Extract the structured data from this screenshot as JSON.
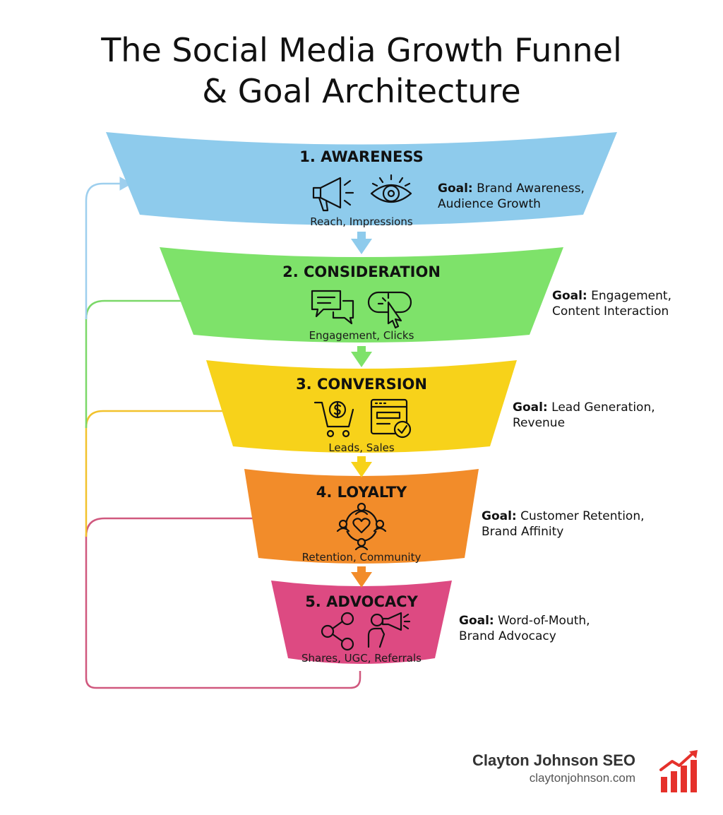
{
  "title_line1": "The Social Media Growth Funnel",
  "title_line2": "& Goal Architecture",
  "stages": [
    {
      "title": "1. AWARENESS",
      "metrics": "Reach, Impressions",
      "goal_label": "Goal:",
      "goal_line1": "Brand Awareness,",
      "goal_line2": "Audience Growth",
      "color": "#8ecbec",
      "icons": [
        "megaphone-icon",
        "eye-icon"
      ]
    },
    {
      "title": "2. CONSIDERATION",
      "metrics": "Engagement, Clicks",
      "goal_label": "Goal:",
      "goal_line1": "Engagement,",
      "goal_line2": "Content Interaction",
      "color": "#7ee26a",
      "icons": [
        "chat-bubbles-icon",
        "cursor-click-icon"
      ]
    },
    {
      "title": "3. CONVERSION",
      "metrics": "Leads, Sales",
      "goal_label": "Goal:",
      "goal_line1": "Lead Generation,",
      "goal_line2": "Revenue",
      "color": "#f7d21a",
      "icons": [
        "shopping-cart-dollar-icon",
        "form-check-icon"
      ]
    },
    {
      "title": "4. LOYALTY",
      "metrics": "Retention, Community",
      "goal_label": "Goal:",
      "goal_line1": "Customer Retention,",
      "goal_line2": "Brand Affinity",
      "color": "#f28c2a",
      "icons": [
        "community-heart-icon"
      ]
    },
    {
      "title": "5. ADVOCACY",
      "metrics": "Shares, UGC, Referrals",
      "goal_label": "Goal:",
      "goal_line1": "Word-of-Mouth,",
      "goal_line2": "Brand Advocacy",
      "color": "#dd4a82",
      "icons": [
        "share-network-icon",
        "person-megaphone-icon"
      ]
    }
  ],
  "brand": {
    "name": "Clayton Johnson SEO",
    "url": "claytonjohnson.com",
    "logo_icon": "bar-chart-growth-icon",
    "logo_color": "#e5312b"
  }
}
